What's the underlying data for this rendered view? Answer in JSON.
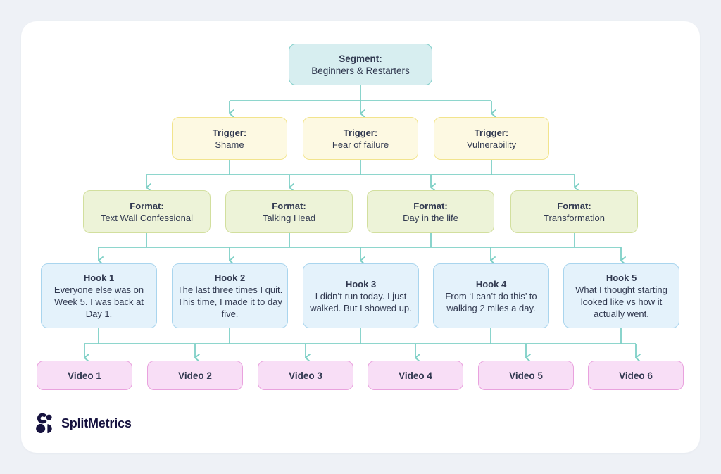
{
  "page": {
    "background_color": "#eef1f6",
    "card_background_color": "#ffffff"
  },
  "colors": {
    "connector": "#7ed0c6",
    "text": "#313950",
    "segment_fill": "#d7eef0",
    "segment_border": "#83cfca",
    "trigger_fill": "#fdf9e2",
    "trigger_border": "#f2e48d",
    "format_fill": "#edf3d8",
    "format_border": "#d2df9e",
    "hook_fill": "#e4f2fb",
    "hook_border": "#a9d5ee",
    "video_fill": "#f8def6",
    "video_border": "#e9a2de",
    "brand": "#16123f"
  },
  "brand": {
    "name": "SplitMetrics",
    "logo_icon": "splitmetrics-dots-logo"
  },
  "tree": {
    "segment": {
      "title": "Segment:",
      "text": "Beginners & Restarters"
    },
    "triggers": [
      {
        "title": "Trigger:",
        "text": "Shame"
      },
      {
        "title": "Trigger:",
        "text": "Fear of failure"
      },
      {
        "title": "Trigger:",
        "text": "Vulnerability"
      }
    ],
    "formats": [
      {
        "title": "Format:",
        "text": "Text Wall Confessional"
      },
      {
        "title": "Format:",
        "text": "Talking Head"
      },
      {
        "title": "Format:",
        "text": "Day in the life"
      },
      {
        "title": "Format:",
        "text": "Transformation"
      }
    ],
    "hooks": [
      {
        "title": "Hook 1",
        "text": "Everyone else was on Week 5. I was back at Day 1."
      },
      {
        "title": "Hook 2",
        "text": "The last three times I quit. This time, I made it to day five."
      },
      {
        "title": "Hook 3",
        "text": "I didn’t run today. I just walked. But I showed up."
      },
      {
        "title": "Hook 4",
        "text": "From ‘I can’t do this’ to walking 2 miles a day."
      },
      {
        "title": "Hook 5",
        "text": "What I thought starting looked like vs how it actually went."
      }
    ],
    "videos": [
      {
        "label": "Video 1"
      },
      {
        "label": "Video 2"
      },
      {
        "label": "Video 3"
      },
      {
        "label": "Video 4"
      },
      {
        "label": "Video 5"
      },
      {
        "label": "Video 6"
      }
    ]
  }
}
